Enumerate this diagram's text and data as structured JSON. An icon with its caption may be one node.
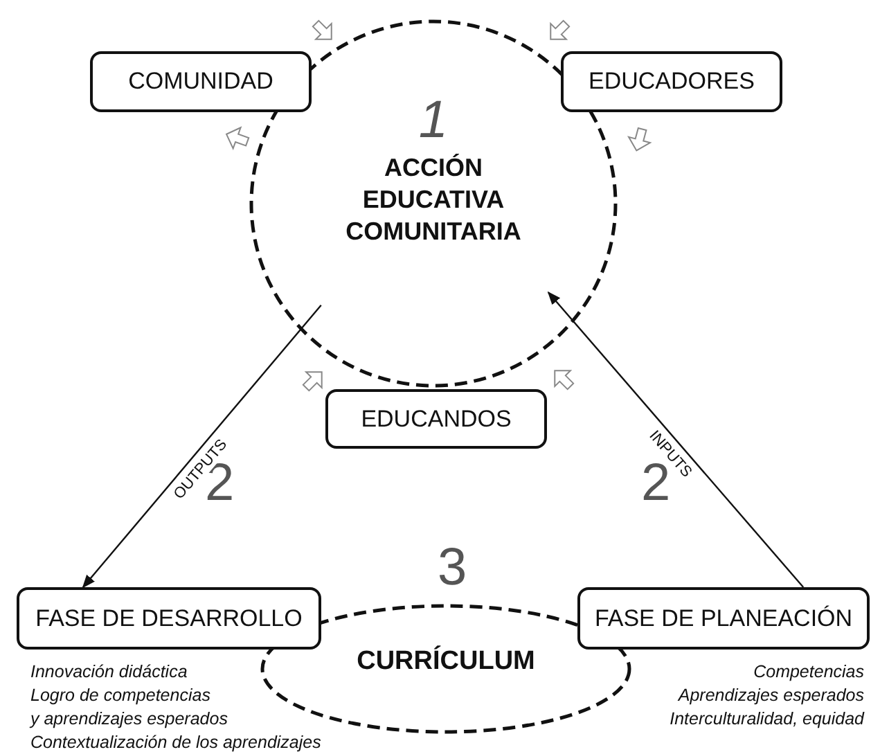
{
  "diagram": {
    "nodes": [
      {
        "text": [
          "1",
          "ACCIÓN EDUCATIVA COMUNITARIA"
        ]
      },
      {
        "text": [
          "COMUNIDAD"
        ]
      },
      {
        "text": [
          "EDUCADORES"
        ]
      },
      {
        "text": [
          "EDUCANDOS"
        ]
      },
      {
        "text": [
          "FASE DE DESARROLLO"
        ],
        "beside": [
          "Innovación didáctica",
          "Logro de competencias",
          "y aprendizajes esperados",
          "Contextualización de los aprendizajes"
        ]
      },
      {
        "text": [
          "FASE DE PLANEACIÓN"
        ],
        "beside": [
          "Competencias",
          "Aprendizajes esperados",
          "Interculturalidad, equidad"
        ]
      },
      {
        "text": [
          "CURRÍCULUM"
        ]
      }
    ],
    "edges": [
      {
        "from": 0,
        "to": 4,
        "arrow": "to",
        "label": "OUTPUTS"
      },
      {
        "from": 5,
        "to": 0,
        "arrow": "to",
        "label": "INPUTS"
      }
    ],
    "labels": [
      "2",
      "2",
      "3"
    ]
  }
}
